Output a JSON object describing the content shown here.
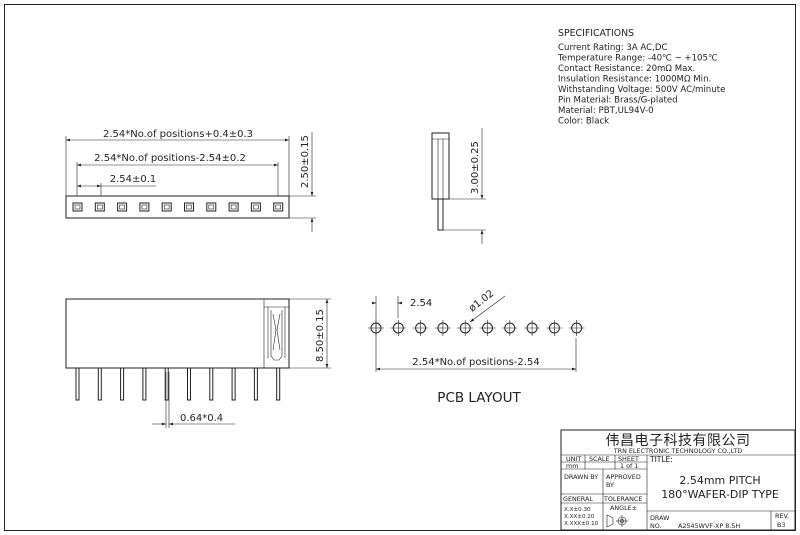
{
  "specifications": {
    "heading": "SPECIFICATIONS",
    "lines": [
      "Current Rating: 3A AC,DC",
      "Temperature Range: -40℃ ~ +105℃",
      "Contact Resistance: 20mΩ Max.",
      "Insulation Resistance: 1000MΩ Min.",
      "Withstanding Voltage: 500V AC/minute",
      "Pin Material: Brass/G-plated",
      "Material: PBT,UL94V-0",
      "Color: Black"
    ]
  },
  "dimensions": {
    "overall_length": "2.54*No.of positions+0.4±0.3",
    "inner_length": "2.54*No.of positions-2.54±0.2",
    "pitch_top": "2.54±0.1",
    "top_height": "2.50±0.15",
    "side_height": "3.00±0.25",
    "body_height": "8.50±0.15",
    "pin_width": "0.64*0.4",
    "pcb_pitch": "2.54",
    "hole_diameter": "ø1.02",
    "pcb_length": "2.54*No.of positions-2.54"
  },
  "pcb_layout_label": "PCB LAYOUT",
  "title_block": {
    "company_cn": "伟昌电子科技有限公司",
    "company_en": "TRN ELECTRONIC TECHNOLOGY CO.,LTD",
    "unit_label": "UNIT",
    "scale_label": "SCALE",
    "sheet_label": "SHEET",
    "title_label": "TITLE:",
    "unit_value": "mm",
    "sheet_value": "1 of 1",
    "drawn_by_label": "DRAWN BY",
    "approved_label": "APPROVED",
    "by_label": "BY",
    "title_line1": "2.54mm PITCH",
    "title_line2": "180°WAFER-DIP TYPE",
    "general_label": "GENERAL",
    "tolerance_label": "TOLERANCE",
    "angle_label": "ANGLE±",
    "tol_1": "X.X±0.30",
    "tol_2": "X.XX±0.20",
    "tol_3": "X.XXX±0.10",
    "draw_label": "DRAW",
    "no_label": "NO.",
    "part_no": "A2545WVF-XP 8.5H",
    "rev_label": "REV.",
    "rev_value": "B3"
  }
}
